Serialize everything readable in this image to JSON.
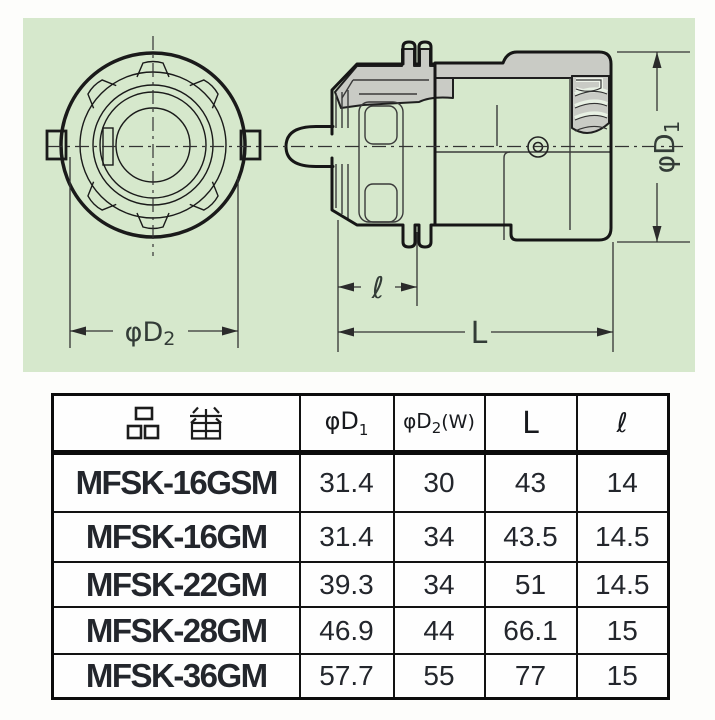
{
  "page": {
    "background": "#fdfdfb"
  },
  "diagram": {
    "panel_color": "#d6e8cc",
    "line_color": "#1a1a1a",
    "gray_fill": "#c9cbc5",
    "dim_text_color": "#333c37",
    "labels": {
      "dia_d2_base": "φD",
      "dia_d2_sub": "2",
      "dia_d1_base": "φD",
      "dia_d1_sub": "1",
      "length_small": "ℓ",
      "length_total": "L"
    }
  },
  "table": {
    "headers": {
      "part_no": "品 番",
      "d1_base": "φD",
      "d1_sub": "1",
      "d2_base": "φD",
      "d2_sub": "2",
      "d2_suffix": "(W)",
      "length_total": "L",
      "length_small": "ℓ"
    },
    "rows": [
      {
        "part_no": "MFSK-16GSM",
        "d1": "31.4",
        "d2": "30",
        "L": "43",
        "ell": "14"
      },
      {
        "part_no": "MFSK-16GM",
        "d1": "31.4",
        "d2": "34",
        "L": "43.5",
        "ell": "14.5"
      },
      {
        "part_no": "MFSK-22GM",
        "d1": "39.3",
        "d2": "34",
        "L": "51",
        "ell": "14.5"
      },
      {
        "part_no": "MFSK-28GM",
        "d1": "46.9",
        "d2": "44",
        "L": "66.1",
        "ell": "15"
      },
      {
        "part_no": "MFSK-36GM",
        "d1": "57.7",
        "d2": "55",
        "L": "77",
        "ell": "15"
      }
    ]
  }
}
